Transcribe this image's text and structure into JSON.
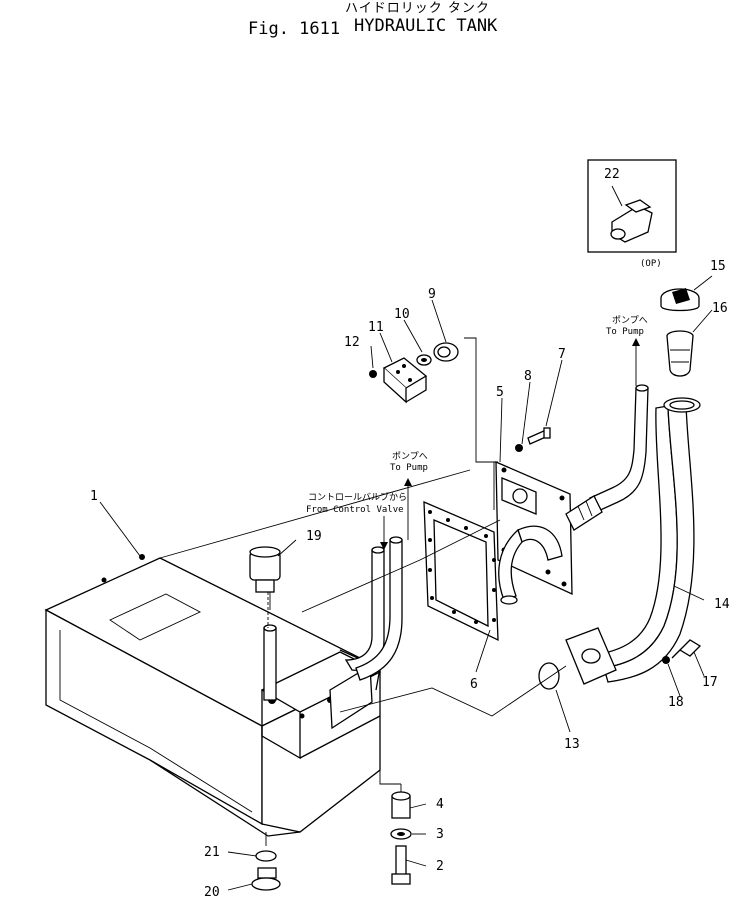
{
  "header": {
    "title_jp": "ハイドロリック タンク",
    "fig_label": "Fig. 1611",
    "title_en": "HYDRAULIC TANK"
  },
  "notes": {
    "op_box_label": "(OP)",
    "to_pump_jp_right": "ポンプへ",
    "to_pump_en_right": "To Pump",
    "to_pump_jp_center": "ポンプへ",
    "to_pump_en_center": "To Pump",
    "from_valve_jp": "コントロールバルブから",
    "from_valve_en": "From Control Valve"
  },
  "callouts": [
    "1",
    "2",
    "3",
    "4",
    "5",
    "6",
    "7",
    "8",
    "9",
    "10",
    "11",
    "12",
    "13",
    "14",
    "15",
    "16",
    "17",
    "18",
    "19",
    "20",
    "21",
    "22"
  ]
}
